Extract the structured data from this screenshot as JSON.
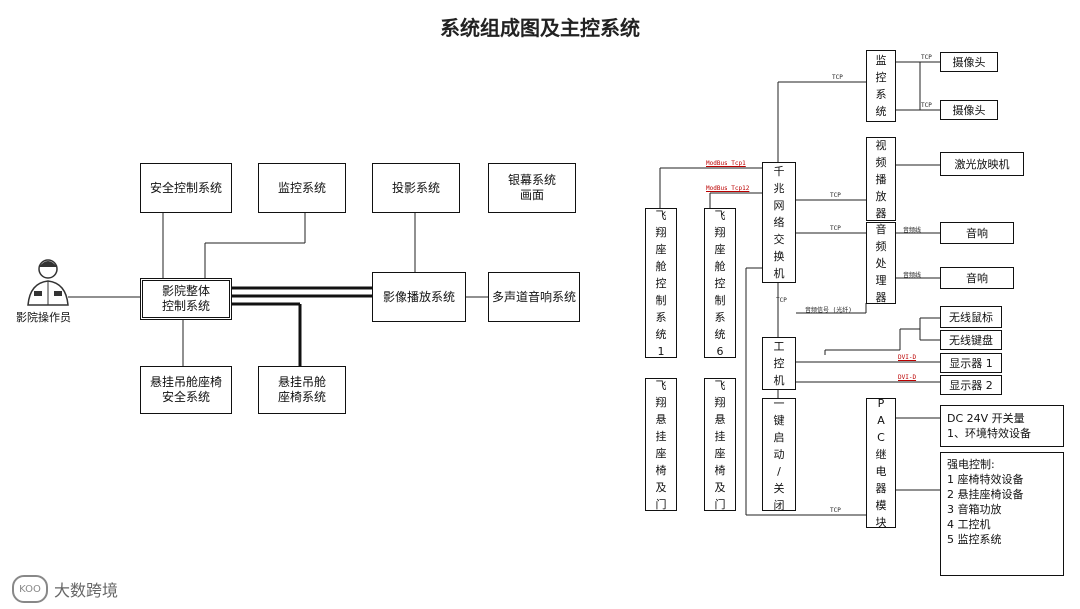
{
  "title": "系统组成图及主控系统",
  "left": {
    "person_label": "影院操作员",
    "top_boxes": [
      "安全控制系统",
      "监控系统",
      "投影系统",
      "银幕系统\n画面"
    ],
    "center": "影院整体\n控制系统",
    "play": "影像播放系统",
    "audio": "多声道音响系统",
    "safety": "悬挂吊舱座椅\n安全系统",
    "seat": "悬挂吊舱\n座椅系统"
  },
  "right": {
    "monitor": "监控系统",
    "cam1": "摄像头",
    "cam2": "摄像头",
    "switch": "千兆网络交换机",
    "video": "视频播放器",
    "laser": "激光放映机",
    "audioproc": "音频处理器",
    "spk1": "音响",
    "spk2": "音响",
    "ctrl1": "飞翔座舱控制系统1",
    "ctrl6": "飞翔座舱控制系统6",
    "seat1": "飞翔悬挂座椅及门",
    "seat6": "飞翔悬挂座椅及门",
    "ipc": "工控机",
    "onekey": "一键启动/关闭",
    "mouse": "无线鼠标",
    "keyboard": "无线键盘",
    "disp1": "显示器 1",
    "disp2": "显示器 2",
    "pac": "PAC继电器模块",
    "relay_box": "DC 24V 开关量\n1、环境特效设备",
    "power_title": "强电控制:",
    "power_items": [
      "1    座椅特效设备",
      "2    悬挂座椅设备",
      "3    音箱功放",
      "4    工控机",
      "5    监控系统"
    ],
    "labels": {
      "tcp": "TCP",
      "modbus1": "ModBus Tcp1",
      "modbus2": "ModBus Tcp12",
      "audio_line": "音频线",
      "audio_signal": "音频信号 (光纤)",
      "dvi": "DVI-D"
    }
  },
  "watermark": "大数跨境"
}
